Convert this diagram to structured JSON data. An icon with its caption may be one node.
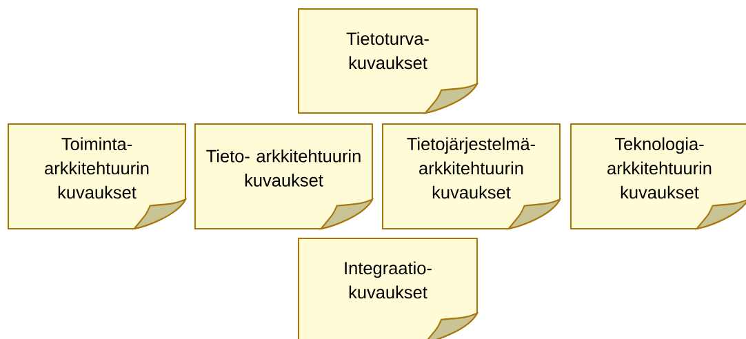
{
  "diagram": {
    "nodes": [
      {
        "text": [
          "Tietoturva- kuvaukset"
        ]
      },
      {
        "text": [
          "Toiminta- arkkitehtuurin kuvaukset"
        ]
      },
      {
        "text": [
          "Tieto- arkkitehtuurin kuvaukset"
        ]
      },
      {
        "text": [
          "Tietojärjestelmä- arkkitehtuurin kuvaukset"
        ]
      },
      {
        "text": [
          "Teknologia- arkkitehtuurin kuvaukset"
        ]
      },
      {
        "text": [
          "Integraatio- kuvaukset"
        ]
      }
    ]
  }
}
